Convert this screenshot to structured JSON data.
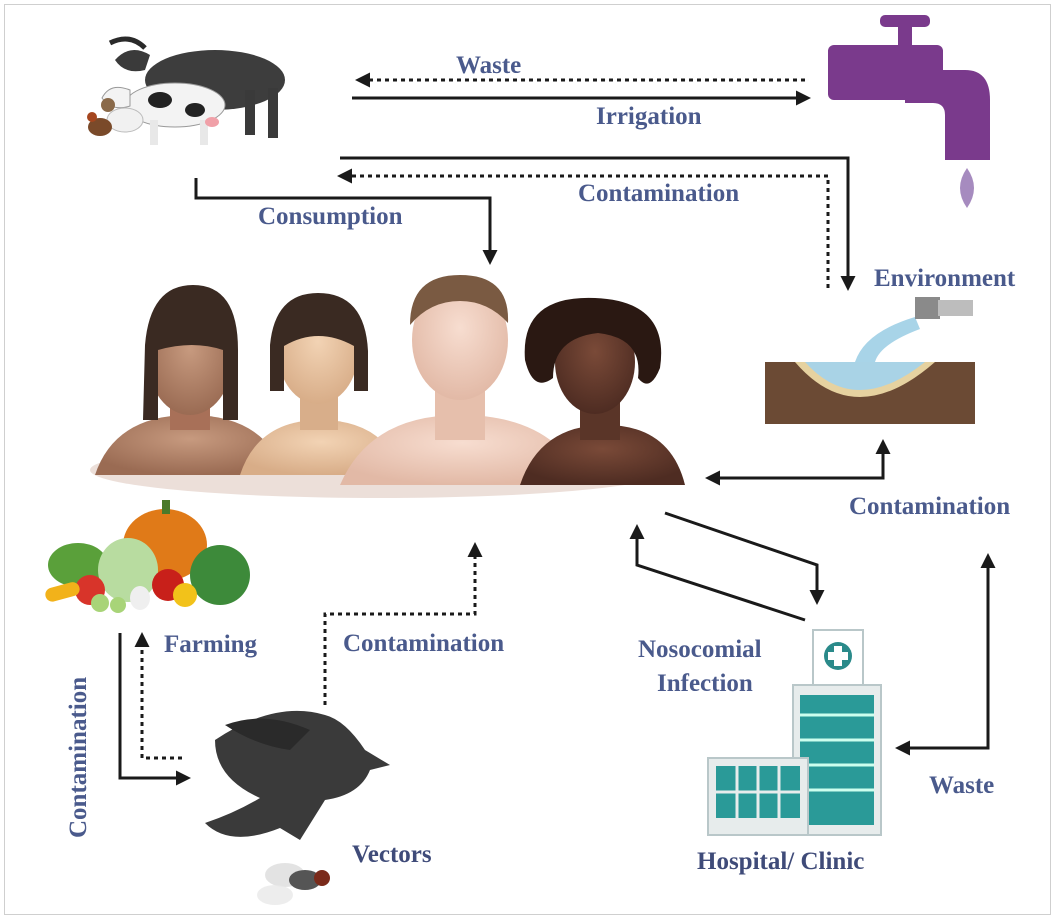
{
  "labels": {
    "waste_top": "Waste",
    "irrigation": "Irrigation",
    "contamination_top": "Contamination",
    "consumption": "Consumption",
    "environment": "Environment",
    "contamination_right": "Contamination",
    "farming": "Farming",
    "contamination_middle": "Contamination",
    "contamination_vertical": "Contamination",
    "nosocomial_line1": "Nosocomial",
    "nosocomial_line2": "Infection",
    "waste_bottom": "Waste",
    "vectors": "Vectors",
    "hospital": "Hospital/ Clinic"
  },
  "icons": [
    "livestock-icon",
    "water-tap-icon",
    "humans-icon",
    "environment-pond-icon",
    "vegetables-icon",
    "crow-icon",
    "fly-icon",
    "hospital-icon"
  ],
  "colors": {
    "label": "#4a5a8c",
    "arrow": "#1a1a1a",
    "tap": "#7a3a8c"
  }
}
